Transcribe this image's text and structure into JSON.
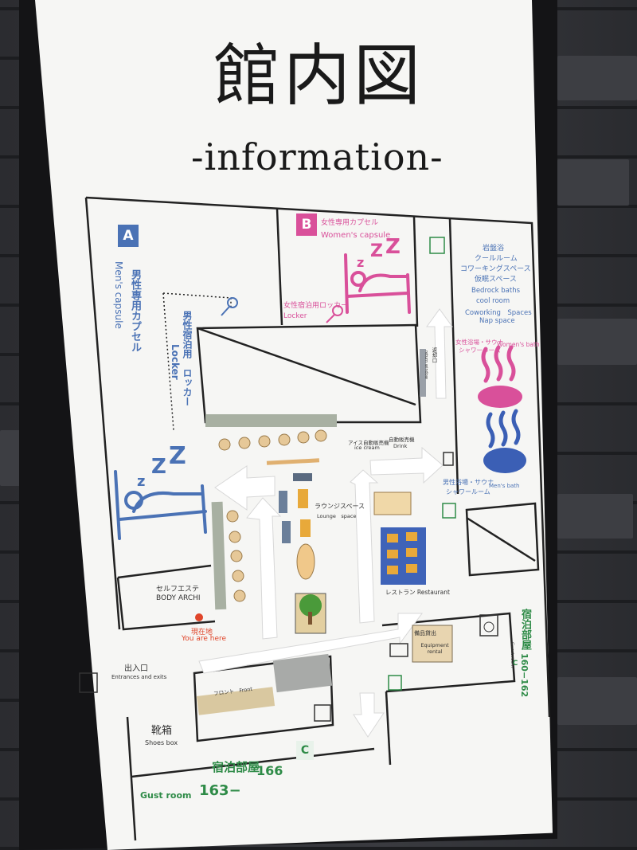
{
  "poster": {
    "title": "館内図",
    "subtitle": "-information-"
  },
  "zones": {
    "a": {
      "badge": "A",
      "jp": "男性専用カプセル",
      "en": "Men's capsule"
    },
    "b": {
      "badge": "B",
      "jp": "女性専用カプセル",
      "en": "Women's capsule"
    },
    "c1": {
      "badge": "C"
    },
    "c2": {
      "badge": "C"
    }
  },
  "labels": {
    "women_locker_jp": "女性宿泊用ロッカー",
    "women_locker_en": "Locker",
    "men_locker_jp": "男性宿泊用　ロッカー",
    "men_locker_en": "Locker",
    "bedrock_jp1": "岩盤浴",
    "bedrock_jp2": "クールルーム",
    "bedrock_jp3": "コワーキングスペース",
    "bedrock_jp4": "仮眠スペース",
    "bedrock_en1": "Bedrock baths",
    "bedrock_en2": "cool room",
    "bedrock_en3": "Coworking　Spaces",
    "bedrock_en4": "Nap space",
    "women_bath_jp": "女性浴場・サウナ",
    "women_bath_jp2": "シャワールーム",
    "women_bath_en": "Women's bath",
    "men_bath_jp": "男性浴場・サウナ",
    "men_bath_jp2": "シャワールーム",
    "men_bath_en": "Men's bath",
    "return_jp": "返却口",
    "return_en": "return window",
    "ice_jp": "アイス自動販売機",
    "ice_en": "ice cream",
    "drink_jp": "自動販売機",
    "drink_en": "Drink",
    "lounge_jp": "ラウンジスペース",
    "lounge_en": "Lounge　space",
    "restaurant_jp": "レストラン",
    "restaurant_en": "Restaurant",
    "esthe_jp": "セルフエステ",
    "esthe_en": "BODY ARCHI",
    "here_jp": "現在地",
    "here_en": "You are here",
    "entrance_jp": "出入口",
    "entrance_en": "Entrances and exits",
    "front_jp": "フロント",
    "front_en": "Front",
    "rental_jp": "備品貸出",
    "rental_en": "Equipment rental",
    "shoes_jp": "靴箱",
    "shoes_en": "Shoes box",
    "room_c_jp": "宿泊部屋",
    "room_c_en": "Gust room",
    "room_c_nums_a": "163−",
    "room_c_nums_b": "166",
    "room_r_jp": "宿泊部屋",
    "room_r_nums": "160−162",
    "room_r_en": "Guest room"
  },
  "colors": {
    "blue": "#4a72b5",
    "pink": "#d9509a",
    "green": "#2e8b47",
    "restaurant": "#3f63b8",
    "table": "#e8a93a",
    "here": "#e0452a"
  }
}
